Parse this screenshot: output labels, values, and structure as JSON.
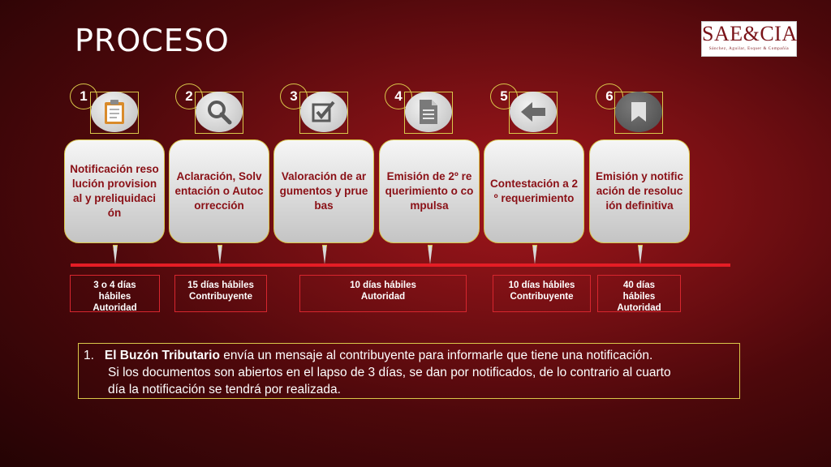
{
  "title": "PROCESO",
  "logo": {
    "main": "SAE&CIA",
    "sub": "Sánchez, Aguilar, Esquer & Compañía"
  },
  "steps": [
    {
      "number": "1",
      "icon": "clipboard-icon",
      "text": "Notificación resolución provisional y preliquidación"
    },
    {
      "number": "2",
      "icon": "magnifier-icon",
      "text": "Aclaración, Solventación o Autocorrección"
    },
    {
      "number": "3",
      "icon": "checkbox-icon",
      "text": "Valoración de argumentos y pruebas"
    },
    {
      "number": "4",
      "icon": "document-icon",
      "text": "Emisión de 2º requerimiento o compulsa"
    },
    {
      "number": "5",
      "icon": "back-arrow-icon",
      "text": "Contestación a 2º requerimiento"
    },
    {
      "number": "6",
      "icon": "bookmark-icon",
      "text": "Emisión y notificación de resolución definitiva"
    }
  ],
  "durations": [
    {
      "line1": "3 o 4 días",
      "line2": "hábiles",
      "line3": "Autoridad"
    },
    {
      "line1": "15 días hábiles",
      "line2": "Contribuyente"
    },
    {
      "line1": "10 días hábiles",
      "line2": "Autoridad"
    },
    {
      "line1": "10 días hábiles",
      "line2": "Contribuyente"
    },
    {
      "line1": "40 días",
      "line2": "hábiles",
      "line3": "Autoridad"
    }
  ],
  "note": {
    "number": "1.",
    "bold": "El Buzón Tributario",
    "line1_rest": " envía un mensaje al contribuyente para informarle que tiene una notificación.",
    "line2": "Si los documentos son abiertos en el lapso de 3 días, se dan por notificados, de lo contrario al cuarto",
    "line3": "día la notificación se tendrá por realizada."
  },
  "colors": {
    "background": "#7a1014",
    "step_text": "#8a1016",
    "timeline": "#e51d25",
    "outline": "#d9c74a"
  }
}
